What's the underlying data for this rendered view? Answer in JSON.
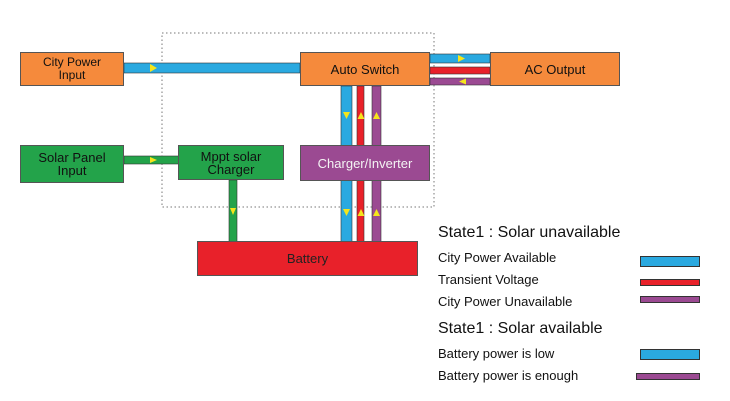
{
  "nodes": {
    "city_power_input": "City Power\nInput",
    "auto_switch": "Auto Switch",
    "ac_output": "AC Output",
    "solar_panel_input": "Solar Panel\nInput",
    "mppt_solar_charger": "Mppt solar\nCharger",
    "charger_inverter": "Charger/Inverter",
    "battery": "Battery"
  },
  "legend": {
    "state1_title": "State1 : Solar unavailable",
    "items1": [
      {
        "label": "City Power Available",
        "color": "#2aa9e0"
      },
      {
        "label": "Transient Voltage",
        "color": "#e8212a"
      },
      {
        "label": "City Power Unavailable",
        "color": "#9b4a92"
      }
    ],
    "state2_title": "State1 : Solar available",
    "items2": [
      {
        "label": "Battery power is low",
        "color": "#2aa9e0"
      },
      {
        "label": "Battery power is enough",
        "color": "#9b4a92"
      }
    ]
  },
  "colors": {
    "city_power": "#2aa9e0",
    "transient": "#e8212a",
    "unavailable": "#9b4a92",
    "solar": "#23a34a",
    "arrow": "#f5e51b"
  }
}
